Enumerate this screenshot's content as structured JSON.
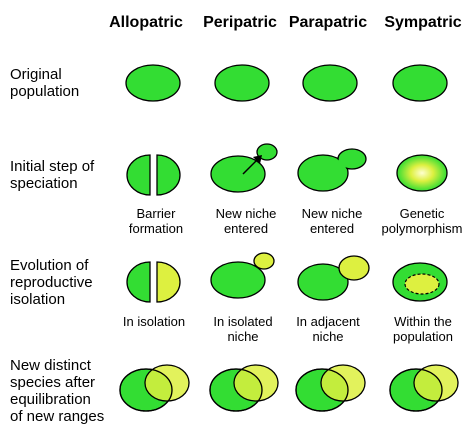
{
  "columns": [
    "Allopatric",
    "Peripatric",
    "Parapatric",
    "Sympatric"
  ],
  "rows": [
    {
      "label": "Original\npopulation",
      "captions": [
        "",
        "",
        "",
        ""
      ]
    },
    {
      "label": "Initial step of\nspeciation",
      "captions": [
        "Barrier\nformation",
        "New niche\nentered",
        "New niche\nentered",
        "Genetic\npolymorphism"
      ]
    },
    {
      "label": "Evolution of\nreproductive\nisolation",
      "captions": [
        "In isolation",
        "In isolated\nniche",
        "In adjacent\nniche",
        "Within the\npopulation"
      ]
    },
    {
      "label": "New distinct\nspecies after\nequilibration\nof new ranges",
      "captions": [
        "",
        "",
        "",
        ""
      ]
    }
  ],
  "colors": {
    "original_species": "#33dd33",
    "new_species": "#ddf040",
    "outline": "#000000"
  }
}
